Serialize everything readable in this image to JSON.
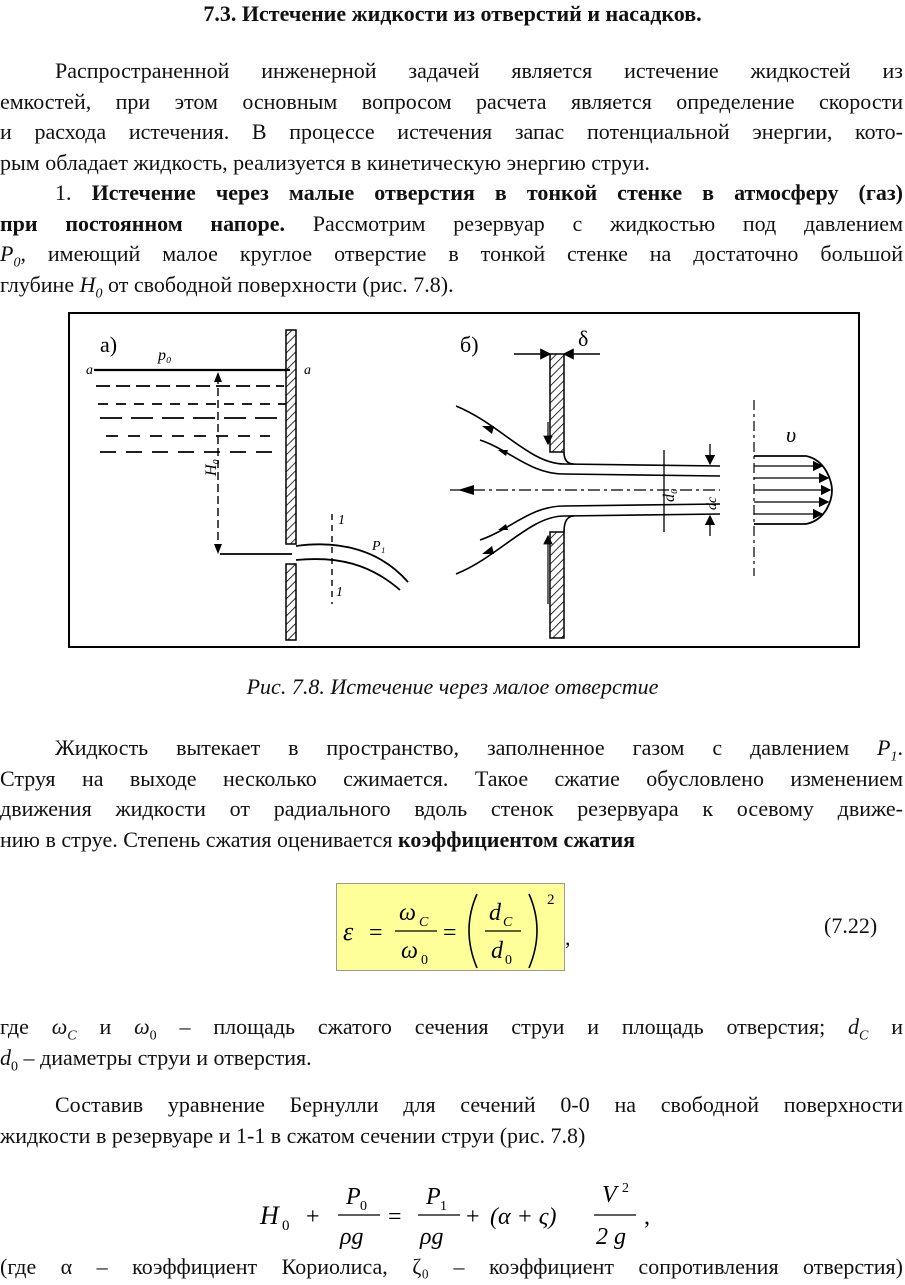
{
  "section_title": "7.3.  Истечение жидкости из отверстий и насадков.",
  "para1": {
    "l1": "Распространенной инженерной задачей является истечение жидкостей из",
    "l2": "емкостей, при этом основным вопросом расчета является определение скорости",
    "l3": "и расхода истечения. В процессе истечения запас потенциальной энергии, кото-",
    "l4": "рым обладает жидкость, реализуется в кинетическую энергию струи."
  },
  "para2": {
    "num": "1. ",
    "bold1": "Истечение через малые отверстия в тонкой стенке в атмосферу (газ)",
    "bold2": "при постоянном напоре.",
    "l2rest": " Рассмотрим резервуар с жидкостью под давлением",
    "l3a": "P",
    "l3sub": "0",
    "l3b": ", имеющий малое круглое отверстие в тонкой стенке на достаточно большой",
    "l4a": "глубине ",
    "l4H": "H",
    "l4sub": "0",
    "l4b": " от свободной поверхности (рис. 7.8)."
  },
  "figure": {
    "label_a": "а)",
    "label_b": "б)",
    "p0": "p₀",
    "a_left": "a",
    "a_right": "a",
    "h0": "H₀",
    "one_top": "1",
    "one_bottom": "1",
    "p1": "P₁",
    "delta": "δ",
    "d0": "d₀",
    "dc": "dс",
    "v": "υ"
  },
  "caption": "Рис. 7.8. Истечение через малое отверстие",
  "para3": {
    "l1a": "Жидкость вытекает в пространство, заполненное газом с давлением ",
    "l1P": "P",
    "l1sub": "1",
    "l1b": ".",
    "l2": "Струя на выходе несколько сжимается. Такое сжатие обусловлено изменением",
    "l3": "движения жидкости от радиального вдоль стенок резервуара к осевому движе-",
    "l4a": "нию в струе. Степень сжатия оценивается ",
    "l4bold": "коэффициентом сжатия"
  },
  "formula1": {
    "eps": "ε",
    "eq": "=",
    "omega_c": "ω",
    "sub_c": "C",
    "omega_0": "ω",
    "sub_0": "0",
    "d_c": "d",
    "d_0": "d",
    "power": "2",
    "comma": ",",
    "number": "(7.22)"
  },
  "para4": {
    "l1a": "где ",
    "w": "ω",
    "sC": "C",
    "and1": " и ",
    "w0": "ω",
    "s0": "0",
    "l1b": " – площадь сжатого сечения струи и площадь отверстия;",
    "dC": "d",
    "sdC": "C",
    "and2": "и",
    "d0": "d",
    "sd0": "0",
    "l2b": " – диаметры струи и отверстия."
  },
  "para5": {
    "l1": "Составив уравнение Бернулли для сечений 0-0 на свободной поверхности",
    "l2": "жидкости в резервуаре и 1-1 в сжатом сечении струи (рис. 7.8)"
  },
  "formula2": {
    "H": "H",
    "H_sub": "0",
    "plus1": "+",
    "P0": "P",
    "P0_sub": "0",
    "rho_g1": "ρg",
    "eq": "=",
    "P1": "P",
    "P1_sub": "1",
    "rho_g2": "ρg",
    "plus2": "+",
    "paren": "(α + ς)",
    "V": "V",
    "V_pow": "2",
    "two_g": "2 g",
    "comma": ","
  },
  "para6": "(где α – коэффициент Кориолиса, ζ₀ – коэффициент сопротивления отверстия)"
}
